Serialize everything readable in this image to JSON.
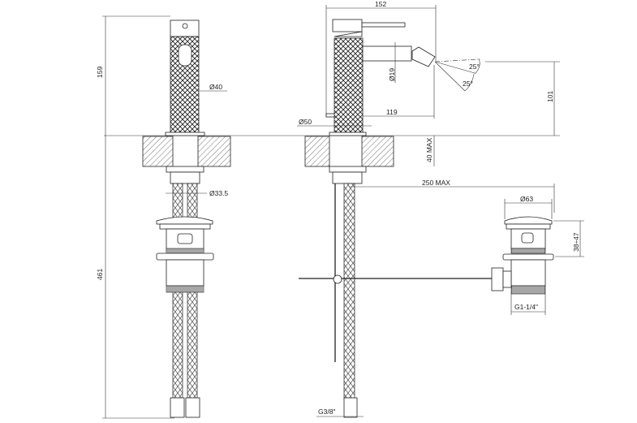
{
  "drawing": {
    "side_view": {
      "height_top": "159",
      "height_bottom": "461",
      "body_diameter": "Ø40",
      "hose_diameter": "Ø33.5"
    },
    "front_view": {
      "overall_width": "152",
      "spout_diameter": "Ø19",
      "spray_angle_up": "25°",
      "spray_angle_down": "25°",
      "spout_height": "101",
      "spout_reach": "119",
      "base_diameter": "Ø50",
      "deck_thickness": "40 MAX",
      "rod_length": "250 MAX",
      "inlet_thread": "G3/8\""
    },
    "drain_view": {
      "cap_diameter": "Ø63",
      "height_range": "38÷47",
      "thread": "G1-1/4\""
    }
  }
}
